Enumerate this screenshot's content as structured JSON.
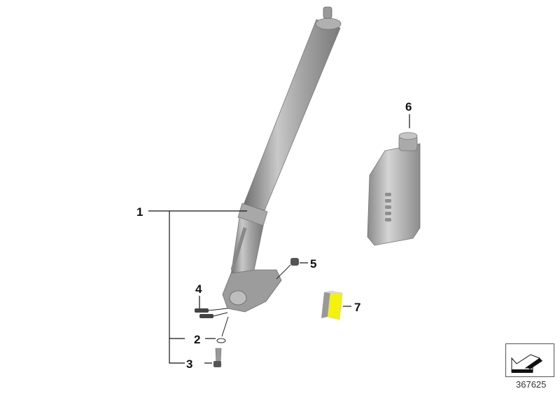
{
  "diagram": {
    "type": "exploded-parts-diagram",
    "figure_number": "367625",
    "callouts": [
      {
        "id": "1",
        "label": "1",
        "part": "fork-leg-assembly"
      },
      {
        "id": "2",
        "label": "2",
        "part": "washer"
      },
      {
        "id": "3",
        "label": "3",
        "part": "bolt"
      },
      {
        "id": "4",
        "label": "4",
        "part": "clamp-screws"
      },
      {
        "id": "5",
        "label": "5",
        "part": "plug-cap"
      },
      {
        "id": "6",
        "label": "6",
        "part": "oil-bottle"
      },
      {
        "id": "7",
        "label": "7",
        "part": "label-sticker"
      }
    ],
    "colors": {
      "part_gray": "#9a9a9a",
      "highlight_yellow": "#f5f20a",
      "line": "#111111"
    },
    "nav_icon": "arrow-left-down-icon"
  }
}
